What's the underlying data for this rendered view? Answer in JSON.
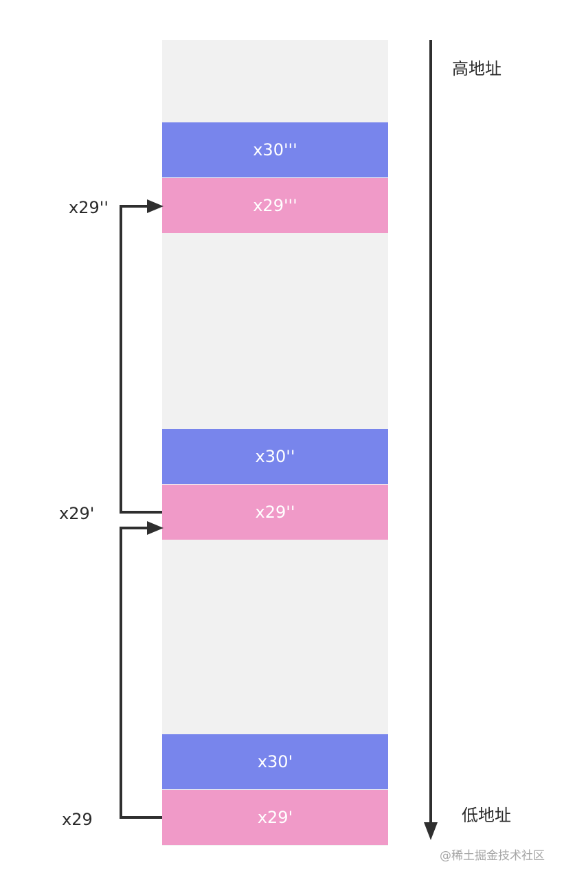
{
  "address_axis": {
    "high_label": "高地址",
    "low_label": "低地址"
  },
  "frames": [
    {
      "label": "x30'''",
      "kind": "x30"
    },
    {
      "label": "x29'''",
      "kind": "x29"
    },
    {
      "label": "x30''",
      "kind": "x30"
    },
    {
      "label": "x29''",
      "kind": "x29"
    },
    {
      "label": "x30'",
      "kind": "x30"
    },
    {
      "label": "x29'",
      "kind": "x29"
    }
  ],
  "side_labels": {
    "top": "x29''",
    "middle": "x29'",
    "bottom": "x29"
  },
  "colors": {
    "x30_frame": "#7885ec",
    "x29_frame": "#f09ac8",
    "stack_background": "#f1f1f1",
    "connector": "#2f2f2f"
  },
  "watermark": "@稀土掘金技术社区"
}
